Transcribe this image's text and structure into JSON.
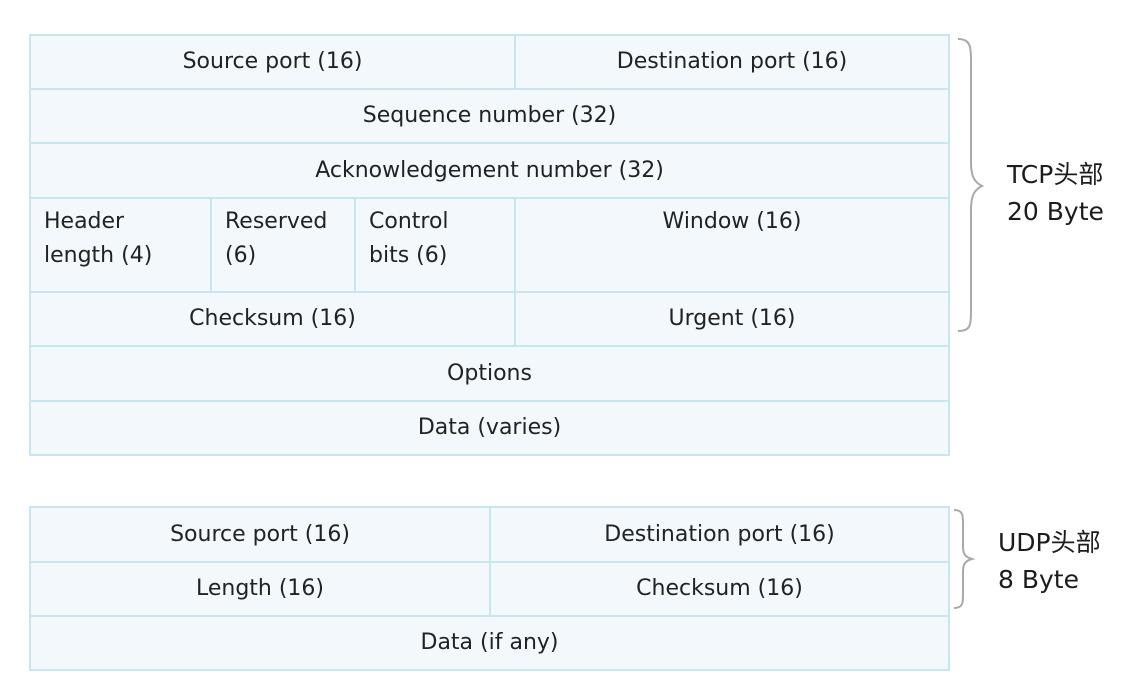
{
  "tcp": {
    "source_port": "Source port (16)",
    "destination_port": "Destination port (16)",
    "sequence_number": "Sequence number (32)",
    "acknowledgement_number": "Acknowledgement number (32)",
    "header_length": "Header length (4)",
    "reserved": "Reserved (6)",
    "control_bits": "Control bits (6)",
    "window": "Window (16)",
    "checksum": "Checksum (16)",
    "urgent": "Urgent (16)",
    "options": "Options",
    "data": "Data (varies)",
    "label_title": "TCP头部",
    "label_size": "20 Byte"
  },
  "udp": {
    "source_port": "Source port (16)",
    "destination_port": "Destination port (16)",
    "length": "Length (16)",
    "checksum": "Checksum (16)",
    "data": "Data (if any)",
    "label_title": "UDP头部",
    "label_size": "8 Byte"
  },
  "colors": {
    "cell_fill": "#f2f8fc",
    "cell_border": "#c7e6f0",
    "brace": "#a9a9a9"
  }
}
